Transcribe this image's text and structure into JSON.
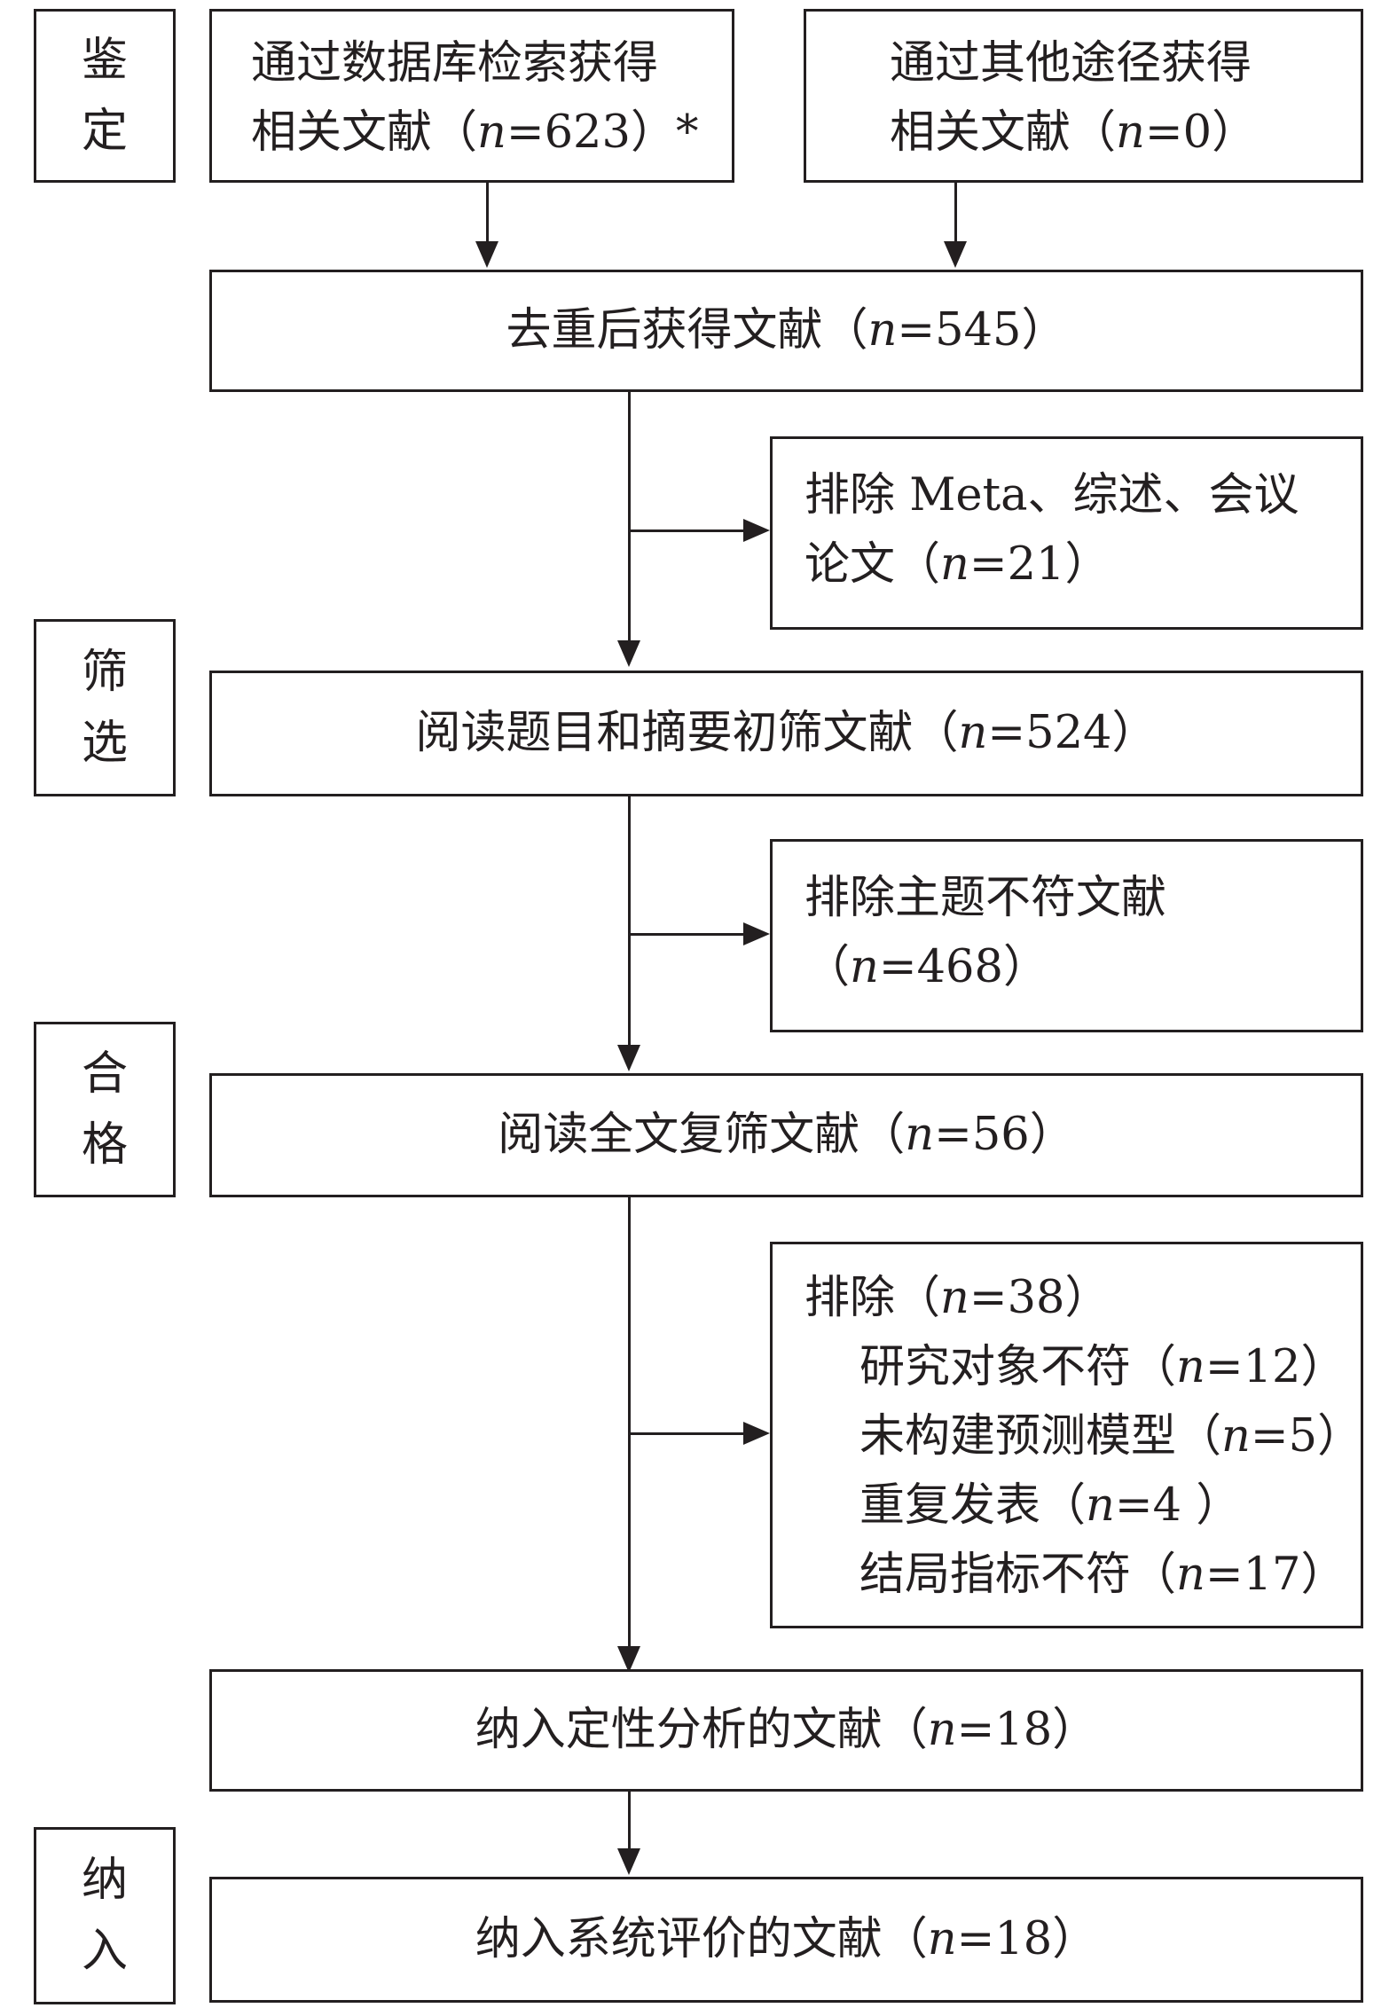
{
  "stages": {
    "identification": [
      "鉴",
      "定"
    ],
    "screening": [
      "筛",
      "选"
    ],
    "eligibility": [
      "合",
      "格"
    ],
    "included": [
      "纳",
      "入"
    ]
  },
  "boxes": {
    "database_search": {
      "line1": "通过数据库检索获得",
      "line2_prefix": "相关文献（",
      "n": "623",
      "line2_suffix": "）*"
    },
    "other_sources": {
      "line1": "通过其他途径获得",
      "line2_prefix": "相关文献（",
      "n": "0",
      "line2_suffix": "）"
    },
    "after_dedup": {
      "prefix": "去重后获得文献（",
      "n": "545",
      "suffix": "）"
    },
    "exclude_meta": {
      "line1": "排除 Meta、综述、会议",
      "line2_prefix": "论文（",
      "n": "21",
      "line2_suffix": "）"
    },
    "title_abstract": {
      "prefix": "阅读题目和摘要初筛文献（",
      "n": "524",
      "suffix": "）"
    },
    "exclude_topic": {
      "line1": "排除主题不符文献",
      "line2_prefix": "（",
      "n": "468",
      "line2_suffix": "）"
    },
    "full_text": {
      "prefix": "阅读全文复筛文献（",
      "n": "56",
      "suffix": "）"
    },
    "exclude_fulltext": {
      "header_prefix": "排除（",
      "n": "38",
      "header_suffix": "）",
      "reasons": [
        {
          "prefix": "研究对象不符（",
          "n": "12",
          "suffix": "）"
        },
        {
          "prefix": "未构建预测模型（",
          "n": "5",
          "suffix": "）"
        },
        {
          "prefix": "重复发表（",
          "n": "4",
          "suffix": " ）"
        },
        {
          "prefix": "结局指标不符（",
          "n": "17",
          "suffix": "）"
        }
      ]
    },
    "qualitative": {
      "prefix": "纳入定性分析的文献（",
      "n": "18",
      "suffix": "）"
    },
    "systematic_review": {
      "prefix": "纳入系统评价的文献（",
      "n": "18",
      "suffix": "）"
    }
  },
  "n_symbol": "n",
  "equals": "="
}
